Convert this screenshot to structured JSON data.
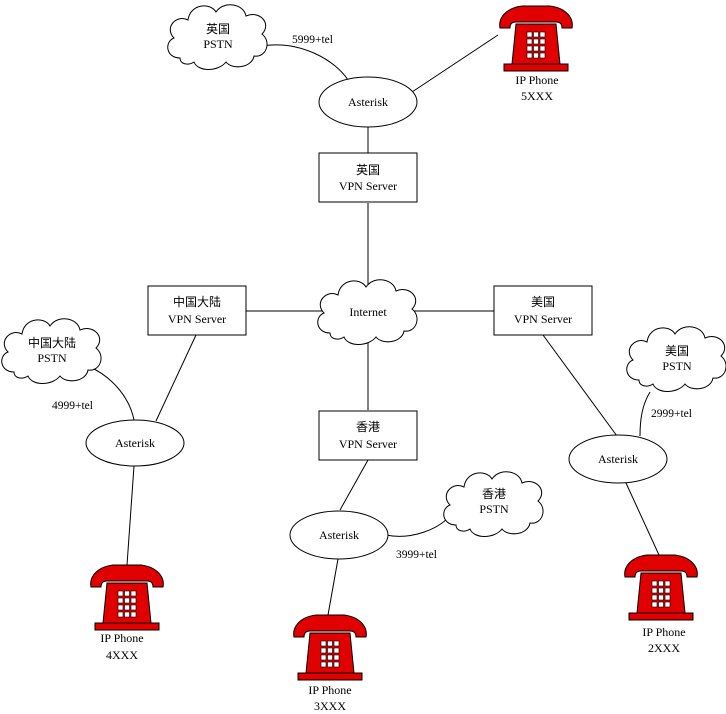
{
  "internet": {
    "label": "Internet"
  },
  "vpn_servers": {
    "uk": {
      "line1": "英国",
      "line2": "VPN Server"
    },
    "cn": {
      "line1": "中国大陆",
      "line2": "VPN Server"
    },
    "us": {
      "line1": "美国",
      "line2": "VPN Server"
    },
    "hk": {
      "line1": "香港",
      "line2": "VPN Server"
    }
  },
  "asterisk": {
    "uk": {
      "label": "Asterisk"
    },
    "cn": {
      "label": "Asterisk"
    },
    "us": {
      "label": "Asterisk"
    },
    "hk": {
      "label": "Asterisk"
    }
  },
  "pstn": {
    "uk": {
      "line1": "英国",
      "line2": "PSTN",
      "prefix": "5999+tel"
    },
    "cn": {
      "line1": "中国大陆",
      "line2": "PSTN",
      "prefix": "4999+tel"
    },
    "us": {
      "line1": "美国",
      "line2": "PSTN",
      "prefix": "2999+tel"
    },
    "hk": {
      "line1": "香港",
      "line2": "PSTN",
      "prefix": "3999+tel"
    }
  },
  "phones": {
    "uk": {
      "line1": "IP Phone",
      "line2": "5XXX"
    },
    "cn": {
      "line1": "IP Phone",
      "line2": "4XXX"
    },
    "us": {
      "line1": "IP Phone",
      "line2": "2XXX"
    },
    "hk": {
      "line1": "IP Phone",
      "line2": "3XXX"
    }
  },
  "colors": {
    "phone": "#e00000",
    "line": "#000000",
    "background": "#ffffff"
  }
}
